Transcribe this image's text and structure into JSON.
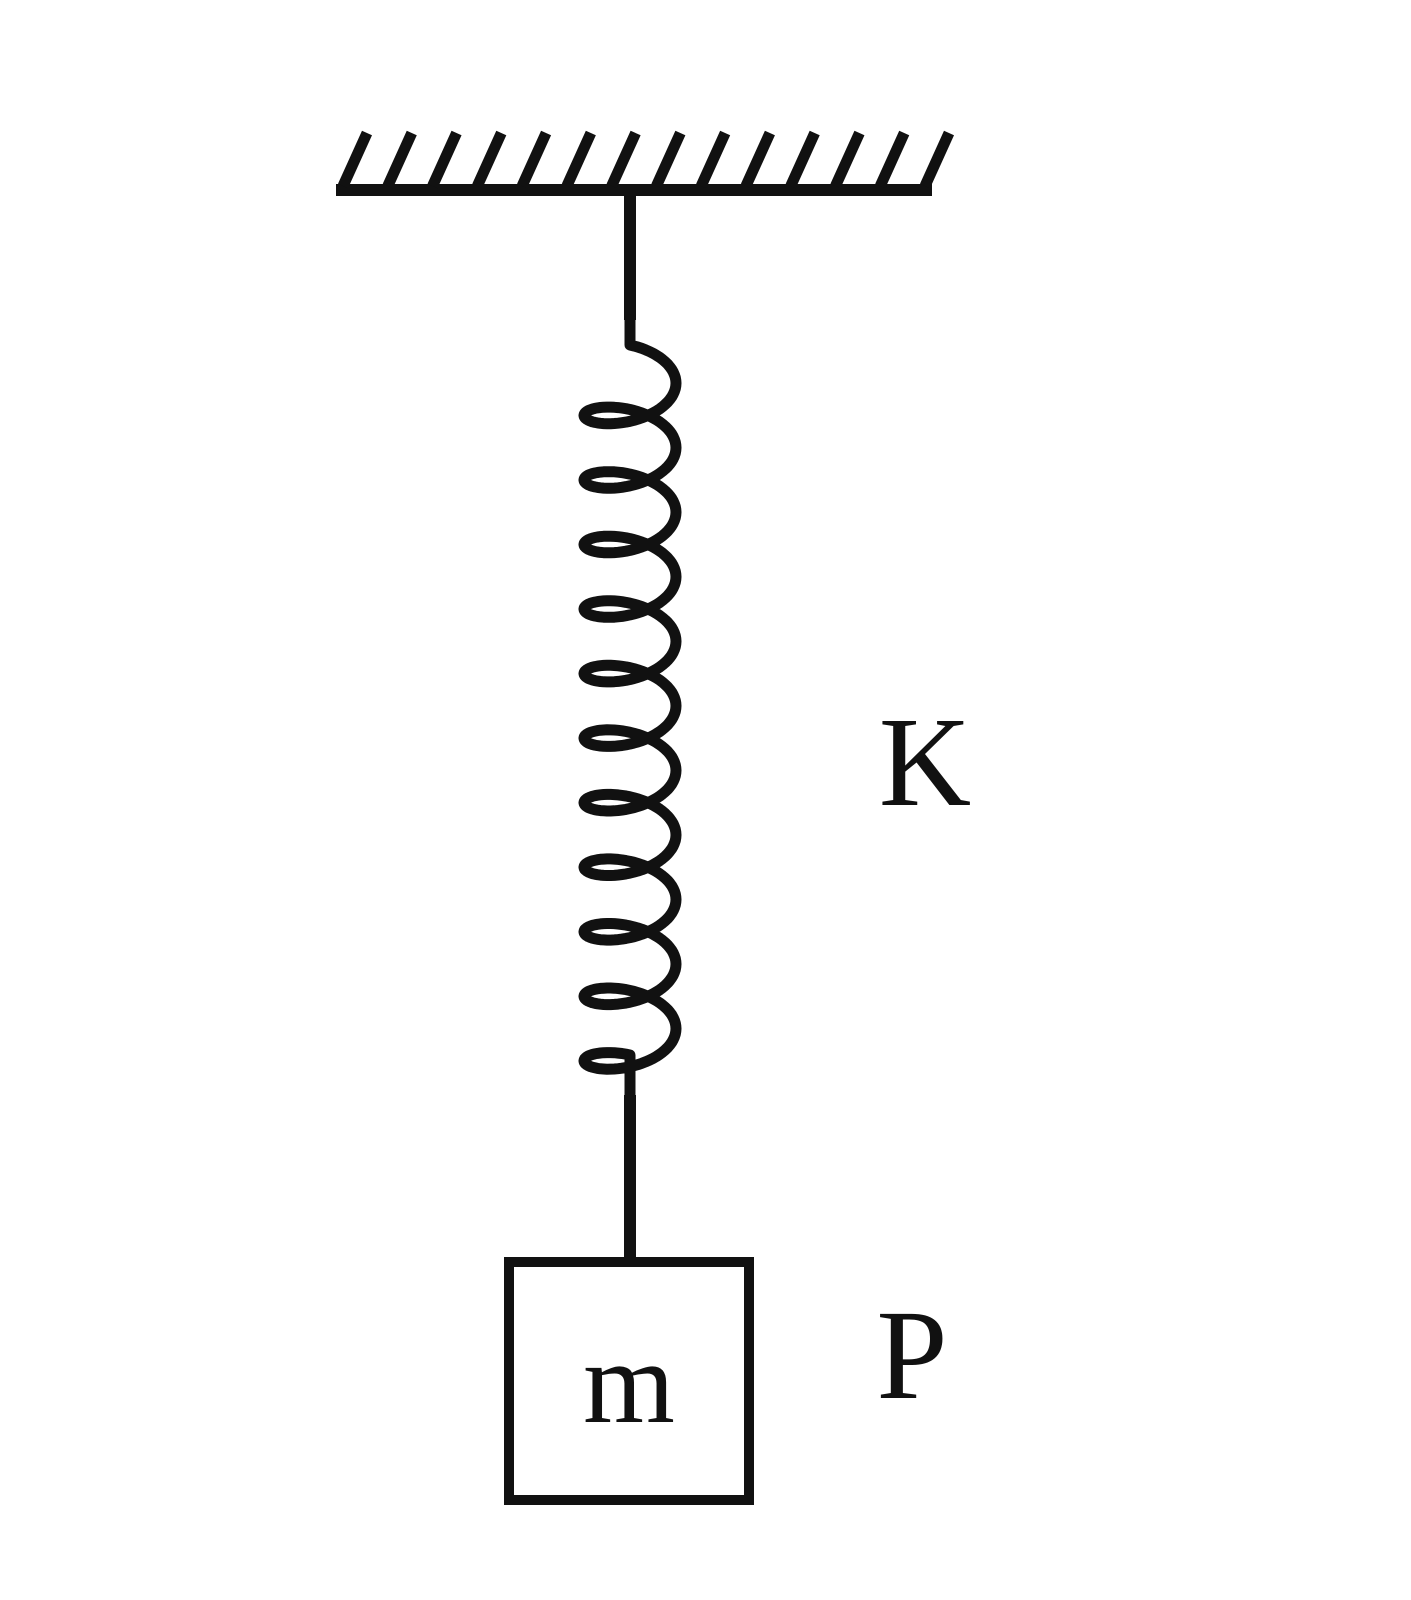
{
  "labels": {
    "spring_constant": "K",
    "mass": "m",
    "point": "P"
  },
  "colors": {
    "stroke": "#111111",
    "background": "#ffffff"
  },
  "diagram": {
    "coil_turns": 11,
    "ceiling_hatch_marks": 14
  }
}
